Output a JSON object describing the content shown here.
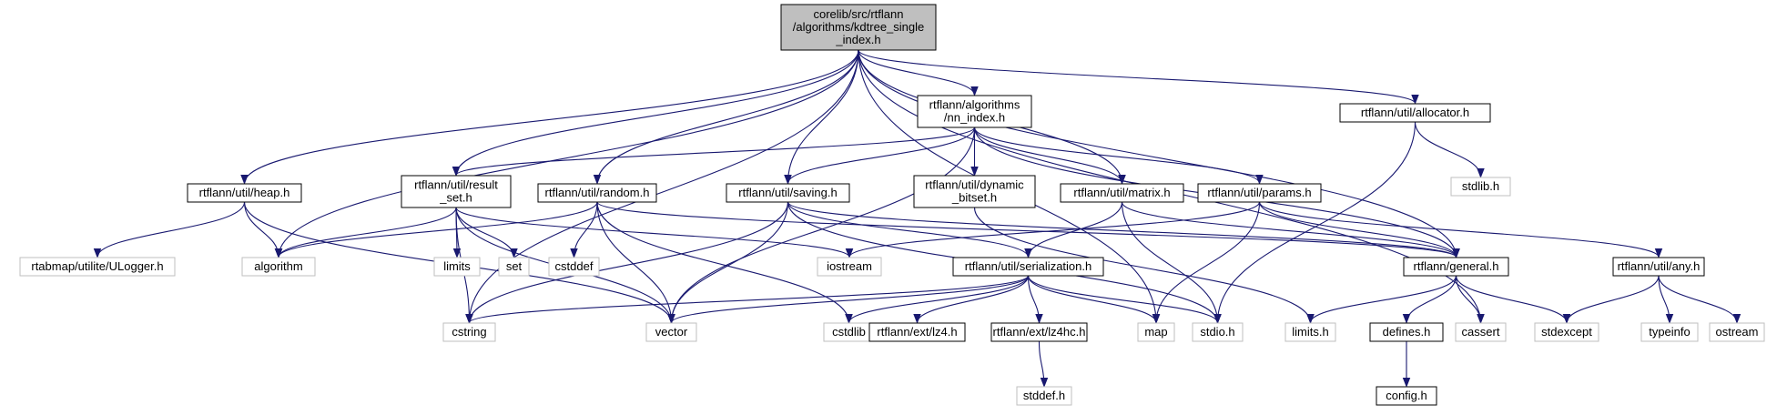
{
  "graph": {
    "kind": "include-dependency-graph",
    "colors": {
      "edge": "#191970",
      "root_fill": "#bfbfbf",
      "node_border": "#000000",
      "system_border": "#bfbfbf",
      "text": "#000000"
    },
    "nodes": [
      {
        "id": "root",
        "lines": [
          "corelib/src/rtflann",
          "/algorithms/kdtree_single",
          "_index.h"
        ],
        "style": "root"
      },
      {
        "id": "nn_index",
        "lines": [
          "rtflann/algorithms",
          "/nn_index.h"
        ],
        "style": "header"
      },
      {
        "id": "allocator",
        "lines": [
          "rtflann/util/allocator.h"
        ],
        "style": "header"
      },
      {
        "id": "stdlib",
        "lines": [
          "stdlib.h"
        ],
        "style": "system"
      },
      {
        "id": "heap",
        "lines": [
          "rtflann/util/heap.h"
        ],
        "style": "header"
      },
      {
        "id": "result_set",
        "lines": [
          "rtflann/util/result",
          "_set.h"
        ],
        "style": "header"
      },
      {
        "id": "random",
        "lines": [
          "rtflann/util/random.h"
        ],
        "style": "header"
      },
      {
        "id": "saving",
        "lines": [
          "rtflann/util/saving.h"
        ],
        "style": "header"
      },
      {
        "id": "dynamic_bitset",
        "lines": [
          "rtflann/util/dynamic",
          "_bitset.h"
        ],
        "style": "header"
      },
      {
        "id": "matrix",
        "lines": [
          "rtflann/util/matrix.h"
        ],
        "style": "header"
      },
      {
        "id": "params",
        "lines": [
          "rtflann/util/params.h"
        ],
        "style": "header"
      },
      {
        "id": "ulogger",
        "lines": [
          "rtabmap/utilite/ULogger.h"
        ],
        "style": "system"
      },
      {
        "id": "algorithm",
        "lines": [
          "algorithm"
        ],
        "style": "system"
      },
      {
        "id": "limits",
        "lines": [
          "limits"
        ],
        "style": "system"
      },
      {
        "id": "set",
        "lines": [
          "set"
        ],
        "style": "system"
      },
      {
        "id": "cstddef",
        "lines": [
          "cstddef"
        ],
        "style": "system"
      },
      {
        "id": "iostream",
        "lines": [
          "iostream"
        ],
        "style": "system"
      },
      {
        "id": "serialization",
        "lines": [
          "rtflann/util/serialization.h"
        ],
        "style": "header"
      },
      {
        "id": "general",
        "lines": [
          "rtflann/general.h"
        ],
        "style": "header"
      },
      {
        "id": "any",
        "lines": [
          "rtflann/util/any.h"
        ],
        "style": "header"
      },
      {
        "id": "cstring",
        "lines": [
          "cstring"
        ],
        "style": "system"
      },
      {
        "id": "vector",
        "lines": [
          "vector"
        ],
        "style": "system"
      },
      {
        "id": "cstdlib",
        "lines": [
          "cstdlib"
        ],
        "style": "system"
      },
      {
        "id": "lz4",
        "lines": [
          "rtflann/ext/lz4.h"
        ],
        "style": "header"
      },
      {
        "id": "lz4hc",
        "lines": [
          "rtflann/ext/lz4hc.h"
        ],
        "style": "header"
      },
      {
        "id": "map",
        "lines": [
          "map"
        ],
        "style": "system"
      },
      {
        "id": "stdio",
        "lines": [
          "stdio.h"
        ],
        "style": "system"
      },
      {
        "id": "limits_h",
        "lines": [
          "limits.h"
        ],
        "style": "system"
      },
      {
        "id": "defines",
        "lines": [
          "defines.h"
        ],
        "style": "header"
      },
      {
        "id": "cassert",
        "lines": [
          "cassert"
        ],
        "style": "system"
      },
      {
        "id": "stdexcept",
        "lines": [
          "stdexcept"
        ],
        "style": "system"
      },
      {
        "id": "typeinfo",
        "lines": [
          "typeinfo"
        ],
        "style": "system"
      },
      {
        "id": "ostream",
        "lines": [
          "ostream"
        ],
        "style": "system"
      },
      {
        "id": "stddef",
        "lines": [
          "stddef.h"
        ],
        "style": "system"
      },
      {
        "id": "config",
        "lines": [
          "config.h"
        ],
        "style": "header"
      }
    ],
    "edges": [
      [
        "root",
        "nn_index"
      ],
      [
        "root",
        "allocator"
      ],
      [
        "root",
        "heap"
      ],
      [
        "root",
        "result_set"
      ],
      [
        "root",
        "random"
      ],
      [
        "root",
        "saving"
      ],
      [
        "root",
        "matrix"
      ],
      [
        "root",
        "general"
      ],
      [
        "root",
        "algorithm"
      ],
      [
        "root",
        "cstring"
      ],
      [
        "root",
        "map"
      ],
      [
        "root",
        "cassert"
      ],
      [
        "nn_index",
        "result_set"
      ],
      [
        "nn_index",
        "saving"
      ],
      [
        "nn_index",
        "dynamic_bitset"
      ],
      [
        "nn_index",
        "matrix"
      ],
      [
        "nn_index",
        "params"
      ],
      [
        "nn_index",
        "general"
      ],
      [
        "nn_index",
        "vector"
      ],
      [
        "allocator",
        "stdlib"
      ],
      [
        "allocator",
        "stdio"
      ],
      [
        "heap",
        "ulogger"
      ],
      [
        "heap",
        "algorithm"
      ],
      [
        "heap",
        "vector"
      ],
      [
        "result_set",
        "algorithm"
      ],
      [
        "result_set",
        "limits"
      ],
      [
        "result_set",
        "set"
      ],
      [
        "result_set",
        "iostream"
      ],
      [
        "result_set",
        "cstring"
      ],
      [
        "result_set",
        "vector"
      ],
      [
        "random",
        "algorithm"
      ],
      [
        "random",
        "cstddef"
      ],
      [
        "random",
        "vector"
      ],
      [
        "random",
        "cstdlib"
      ],
      [
        "random",
        "general"
      ],
      [
        "saving",
        "serialization"
      ],
      [
        "saving",
        "general"
      ],
      [
        "saving",
        "cstring"
      ],
      [
        "saving",
        "vector"
      ],
      [
        "saving",
        "stdio"
      ],
      [
        "dynamic_bitset",
        "limits_h"
      ],
      [
        "matrix",
        "serialization"
      ],
      [
        "matrix",
        "general"
      ],
      [
        "matrix",
        "stdio"
      ],
      [
        "params",
        "any"
      ],
      [
        "params",
        "general"
      ],
      [
        "params",
        "iostream"
      ],
      [
        "params",
        "map"
      ],
      [
        "serialization",
        "cstring"
      ],
      [
        "serialization",
        "vector"
      ],
      [
        "serialization",
        "cstdlib"
      ],
      [
        "serialization",
        "lz4"
      ],
      [
        "serialization",
        "lz4hc"
      ],
      [
        "serialization",
        "map"
      ],
      [
        "serialization",
        "stdio"
      ],
      [
        "general",
        "limits_h"
      ],
      [
        "general",
        "defines"
      ],
      [
        "general",
        "cassert"
      ],
      [
        "general",
        "stdexcept"
      ],
      [
        "any",
        "stdexcept"
      ],
      [
        "any",
        "typeinfo"
      ],
      [
        "any",
        "ostream"
      ],
      [
        "lz4hc",
        "stddef"
      ],
      [
        "defines",
        "config"
      ]
    ]
  }
}
